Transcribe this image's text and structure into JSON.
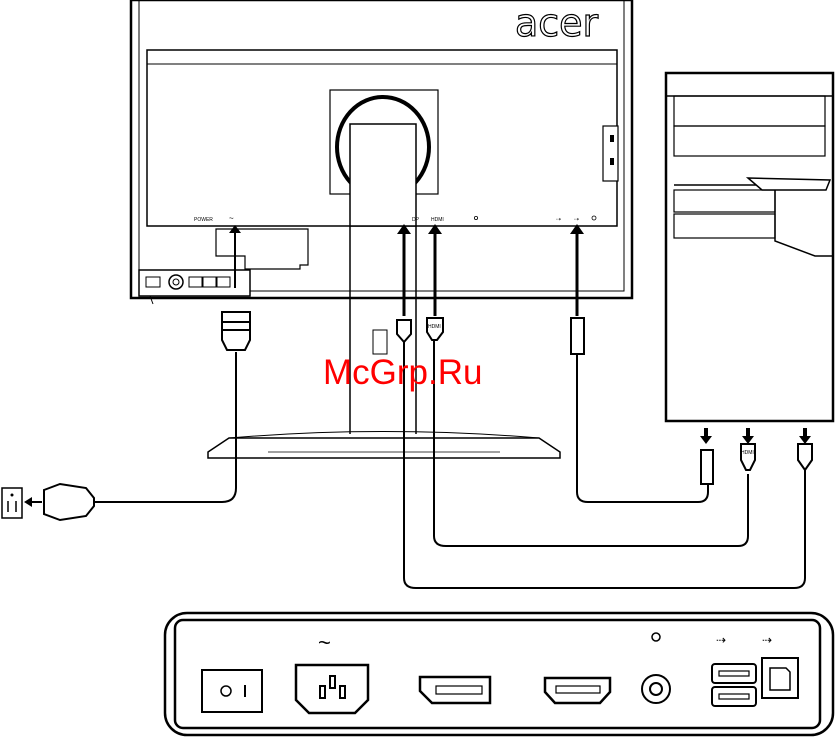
{
  "brand": {
    "logo_text": "acer"
  },
  "watermark": {
    "text": "McGrp.Ru",
    "color": "#ff0000"
  },
  "monitor_port_labels": {
    "power": "POWER",
    "ac": "~",
    "dp": "DP",
    "hdmi": "HDMI"
  },
  "cable_labels": {
    "hdmi_connector": "HDMI",
    "hdmi_pc_connector": "HDMI"
  },
  "port_panel": {
    "ac_symbol": "~",
    "switch_on": "|",
    "switch_off": "O"
  },
  "colors": {
    "line": "#000000",
    "watermark": "#ff0000",
    "fill": "#ffffff"
  }
}
